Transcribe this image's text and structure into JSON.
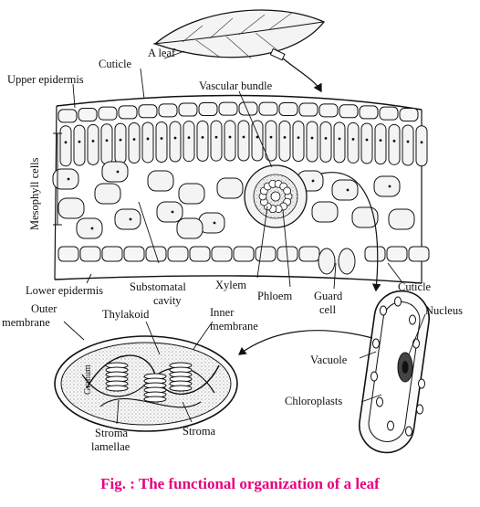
{
  "colors": {
    "caption": "#e6007e",
    "ink": "#111111",
    "fill": "#f2f2f2"
  },
  "labels": {
    "a_leaf": "A leaf",
    "cuticle_top": "Cuticle",
    "upper_epidermis": "Upper epidermis",
    "vascular_bundle": "Vascular bundle",
    "mesophyll_cells": "Mesophyll cells",
    "lower_epidermis": "Lower epidermis",
    "substomatal_cavity_1": "Substomatal",
    "substomatal_cavity_2": "cavity",
    "xylem": "Xylem",
    "phloem": "Phloem",
    "guard_cell_1": "Guard",
    "guard_cell_2": "cell",
    "cuticle_bottom": "Cuticle",
    "outer_membrane_1": "Outer",
    "outer_membrane_2": "membrane",
    "thylakoid": "Thylakoid",
    "inner_membrane_1": "Inner",
    "inner_membrane_2": "membrane",
    "granum": "Granum",
    "stroma_lamellae_1": "Stroma",
    "stroma_lamellae_2": "lamellae",
    "stroma": "Stroma",
    "nucleus": "Nucleus",
    "vacuole": "Vacuole",
    "chloroplasts": "Chloroplasts"
  },
  "caption": "Fig. : The functional organization of a leaf"
}
